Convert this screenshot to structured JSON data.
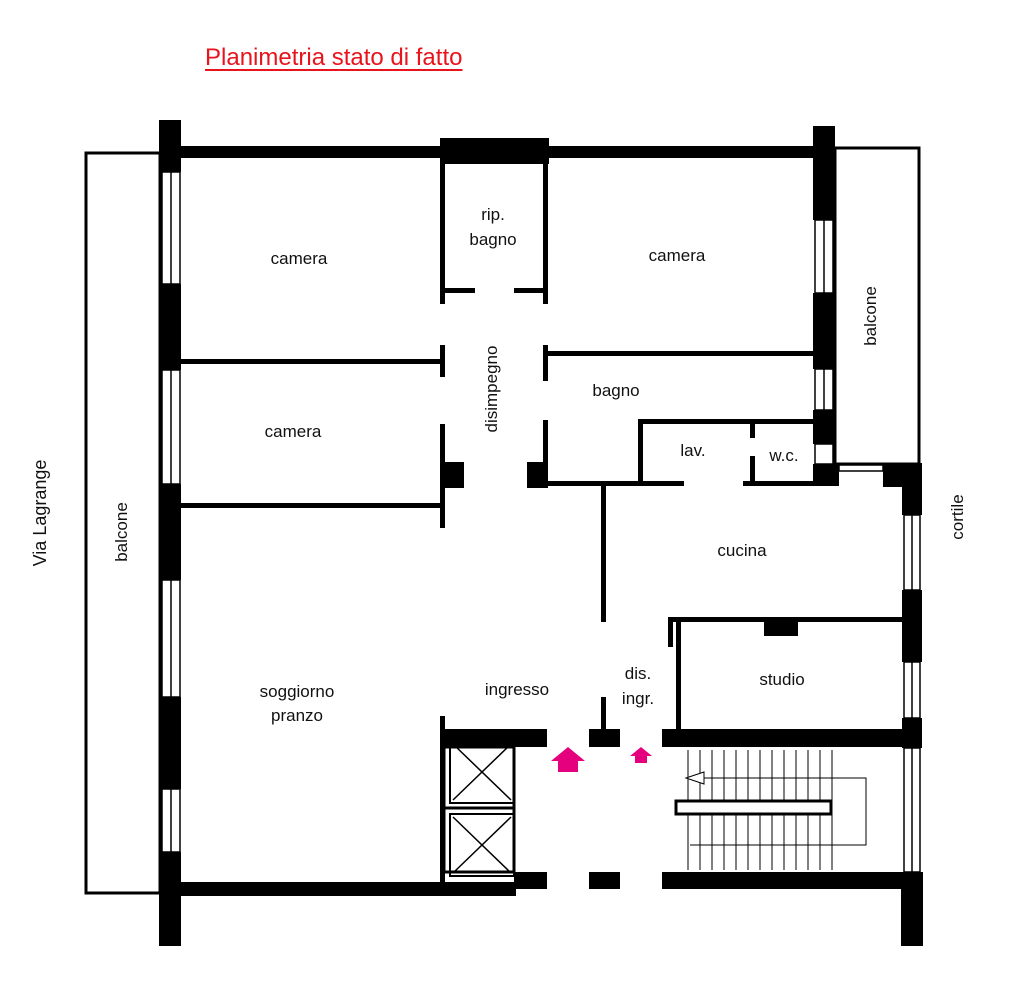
{
  "title": "Planimetria stato di fatto",
  "colors": {
    "title": "#e8141b",
    "wall": "#000000",
    "entrance_arrow": "#e5007d"
  },
  "rooms": {
    "camera_top_left": "camera",
    "rip_bagno_line1": "rip.",
    "rip_bagno_line2": "bagno",
    "camera_top_right": "camera",
    "balcone_right": "balcone",
    "disimpegno": "disimpegno",
    "bagno": "bagno",
    "camera_mid_left": "camera",
    "lav": "lav.",
    "wc": "w.c.",
    "cucina": "cucina",
    "balcone_left": "balcone",
    "soggiorno_line1": "soggiorno",
    "soggiorno_line2": "pranzo",
    "ingresso": "ingresso",
    "dis_ingr_line1": "dis.",
    "dis_ingr_line2": "ingr.",
    "studio": "studio"
  },
  "surroundings": {
    "street": "Via Lagrange",
    "courtyard": "cortile"
  },
  "icons": [
    "entrance-arrow-icon",
    "elevator-icon",
    "staircase-icon"
  ]
}
